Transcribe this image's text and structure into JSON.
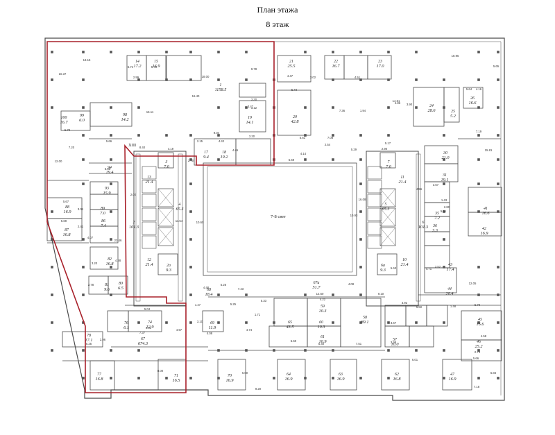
{
  "header": {
    "title": "План  этажа",
    "subtitle": "8 этаж"
  },
  "atrium_label": "7-8 свет",
  "colors": {
    "wall": "#4a4a4a",
    "highlight": "#a8202a",
    "text": "#222222",
    "column": "#555555"
  },
  "rooms": [
    {
      "id": "r1",
      "num": "1",
      "area": "1158.5"
    },
    {
      "id": "r2",
      "num": "2",
      "area": "101.3"
    },
    {
      "id": "r2a",
      "num": "2а",
      "area": "9.3"
    },
    {
      "id": "r3",
      "num": "3",
      "area": "7.0"
    },
    {
      "id": "r4",
      "num": "4",
      "area": "65.3"
    },
    {
      "id": "r5",
      "num": "5",
      "area": "65.3"
    },
    {
      "id": "r6",
      "num": "6",
      "area": "101.3"
    },
    {
      "id": "r6a",
      "num": "6а",
      "area": "9.3"
    },
    {
      "id": "r7",
      "num": "7",
      "area": "7.0"
    },
    {
      "id": "r10",
      "num": "10",
      "area": "21.4"
    },
    {
      "id": "r11",
      "num": "11",
      "area": "21.4"
    },
    {
      "id": "r12",
      "num": "12",
      "area": "21.4"
    },
    {
      "id": "r13",
      "num": "13",
      "area": "21.4"
    },
    {
      "id": "r14",
      "num": "14",
      "area": "17.2"
    },
    {
      "id": "r15",
      "num": "15",
      "area": "16.9"
    },
    {
      "id": "r17",
      "num": "17",
      "area": "9.4"
    },
    {
      "id": "r18",
      "num": "18",
      "area": "19.2"
    },
    {
      "id": "r19",
      "num": "19",
      "area": "14.1"
    },
    {
      "id": "r20",
      "num": "20",
      "area": "42.8"
    },
    {
      "id": "r21",
      "num": "21",
      "area": "25.5"
    },
    {
      "id": "r22",
      "num": "22",
      "area": "16.7"
    },
    {
      "id": "r23",
      "num": "23",
      "area": "17.0"
    },
    {
      "id": "r24",
      "num": "24",
      "area": "28.6"
    },
    {
      "id": "r25",
      "num": "25",
      "area": "5.2"
    },
    {
      "id": "r26",
      "num": "26",
      "area": "16.6"
    },
    {
      "id": "r30",
      "num": "30",
      "area": "21.0"
    },
    {
      "id": "r31",
      "num": "31",
      "area": "19.1"
    },
    {
      "id": "r35",
      "num": "35",
      "area": "7.2"
    },
    {
      "id": "r36",
      "num": "36",
      "area": "3.3"
    },
    {
      "id": "r41",
      "num": "41",
      "area": "16.6"
    },
    {
      "id": "r42",
      "num": "42",
      "area": "16.9"
    },
    {
      "id": "r43",
      "num": "43",
      "area": "17.4"
    },
    {
      "id": "r44",
      "num": "44",
      "area": "20.4"
    },
    {
      "id": "r45",
      "num": "45",
      "area": "16.6"
    },
    {
      "id": "r46",
      "num": "46",
      "area": "25.2"
    },
    {
      "id": "r47",
      "num": "47",
      "area": "16.9"
    },
    {
      "id": "r57",
      "num": "57",
      "area": "10.0"
    },
    {
      "id": "r58",
      "num": "58",
      "area": "89.1"
    },
    {
      "id": "r59",
      "num": "59",
      "area": "10.3"
    },
    {
      "id": "r60",
      "num": "60",
      "area": "10.3"
    },
    {
      "id": "r61",
      "num": "61",
      "area": "10.9"
    },
    {
      "id": "r62",
      "num": "62",
      "area": "16.8"
    },
    {
      "id": "r63",
      "num": "63",
      "area": "16.9"
    },
    {
      "id": "r64",
      "num": "64",
      "area": "16.9"
    },
    {
      "id": "r65",
      "num": "65",
      "area": "43.5"
    },
    {
      "id": "r67a",
      "num": "67а",
      "area": "51.7"
    },
    {
      "id": "r67",
      "num": "67",
      "area": "674.3"
    },
    {
      "id": "r68",
      "num": "68",
      "area": "18.4"
    },
    {
      "id": "r69",
      "num": "69",
      "area": "11.9"
    },
    {
      "id": "r70",
      "num": "70",
      "area": "16.9"
    },
    {
      "id": "r71",
      "num": "71",
      "area": "16.5"
    },
    {
      "id": "r74",
      "num": "74",
      "area": "12.9"
    },
    {
      "id": "r76",
      "num": "76",
      "area": "6.1"
    },
    {
      "id": "r77",
      "num": "77",
      "area": "16.8"
    },
    {
      "id": "r78",
      "num": "78",
      "area": "17.1"
    },
    {
      "id": "r80",
      "num": "80",
      "area": "6.5"
    },
    {
      "id": "r81",
      "num": "81",
      "area": "9.6"
    },
    {
      "id": "r82",
      "num": "82",
      "area": "16.8"
    },
    {
      "id": "r86",
      "num": "86",
      "area": "7.4"
    },
    {
      "id": "r87",
      "num": "87",
      "area": "16.8"
    },
    {
      "id": "r88",
      "num": "88",
      "area": "16.9"
    },
    {
      "id": "r89",
      "num": "89",
      "area": "7.0"
    },
    {
      "id": "r93",
      "num": "93",
      "area": "15.9"
    },
    {
      "id": "r94",
      "num": "94",
      "area": "19.4"
    },
    {
      "id": "r98",
      "num": "98",
      "area": "14.2"
    },
    {
      "id": "r99",
      "num": "99",
      "area": "6.0"
    },
    {
      "id": "r100",
      "num": "100",
      "area": "16.7"
    }
  ],
  "marker": "XIII",
  "dimensions": [
    "13.15",
    "10.37",
    "18.00",
    "9.78",
    "16.40",
    "15.11",
    "5.74",
    "5.75",
    "2.99",
    "3.30",
    "3.12",
    "3.47",
    "3.20",
    "9.04",
    "2.15",
    "4.42",
    "4.46",
    "8.40",
    "2.70",
    "4.19",
    "2.00",
    "11.54",
    "10.60",
    "5.70",
    "7.20",
    "12.00",
    "5.66",
    "5.65",
    "5.67",
    "5.69",
    "3.01",
    "2.41",
    "4.07",
    "3.20",
    "2.78",
    "4.28",
    "23.46",
    "5.04",
    "4.97",
    "7.37",
    "4.31",
    "5.25",
    "2.96",
    "4.08",
    "3.10",
    "4.48",
    "5.26",
    "7.43",
    "1.47",
    "5.25",
    "8.00",
    "5.60",
    "6.00",
    "9.20",
    "4.47",
    "3.02",
    "4.51",
    "5.44",
    "7.36",
    "7.08",
    "2.54",
    "5.61",
    "5.69",
    "4.14",
    "1.94",
    "14.61",
    "18.95",
    "5.65",
    "4.16",
    "5.64",
    "7.19",
    "15.81",
    "5.29",
    "10.93",
    "16.08",
    "5.63",
    "9.10",
    "12.60",
    "4.08",
    "4.22",
    "5.40",
    "7.51",
    "1.71",
    "4.74",
    "5.33",
    "3.67",
    "3.98",
    "3.92",
    "6.60",
    "1.48",
    "12.05",
    "5.70",
    "5.66",
    "4.58",
    "2.73",
    "7.18",
    "5.84",
    "6.01",
    "4.86",
    "3.90",
    "5.17",
    "2.90",
    "4.56",
    "1.43",
    "2.80",
    "3.67",
    "5.61",
    "4.71",
    "3.52"
  ]
}
